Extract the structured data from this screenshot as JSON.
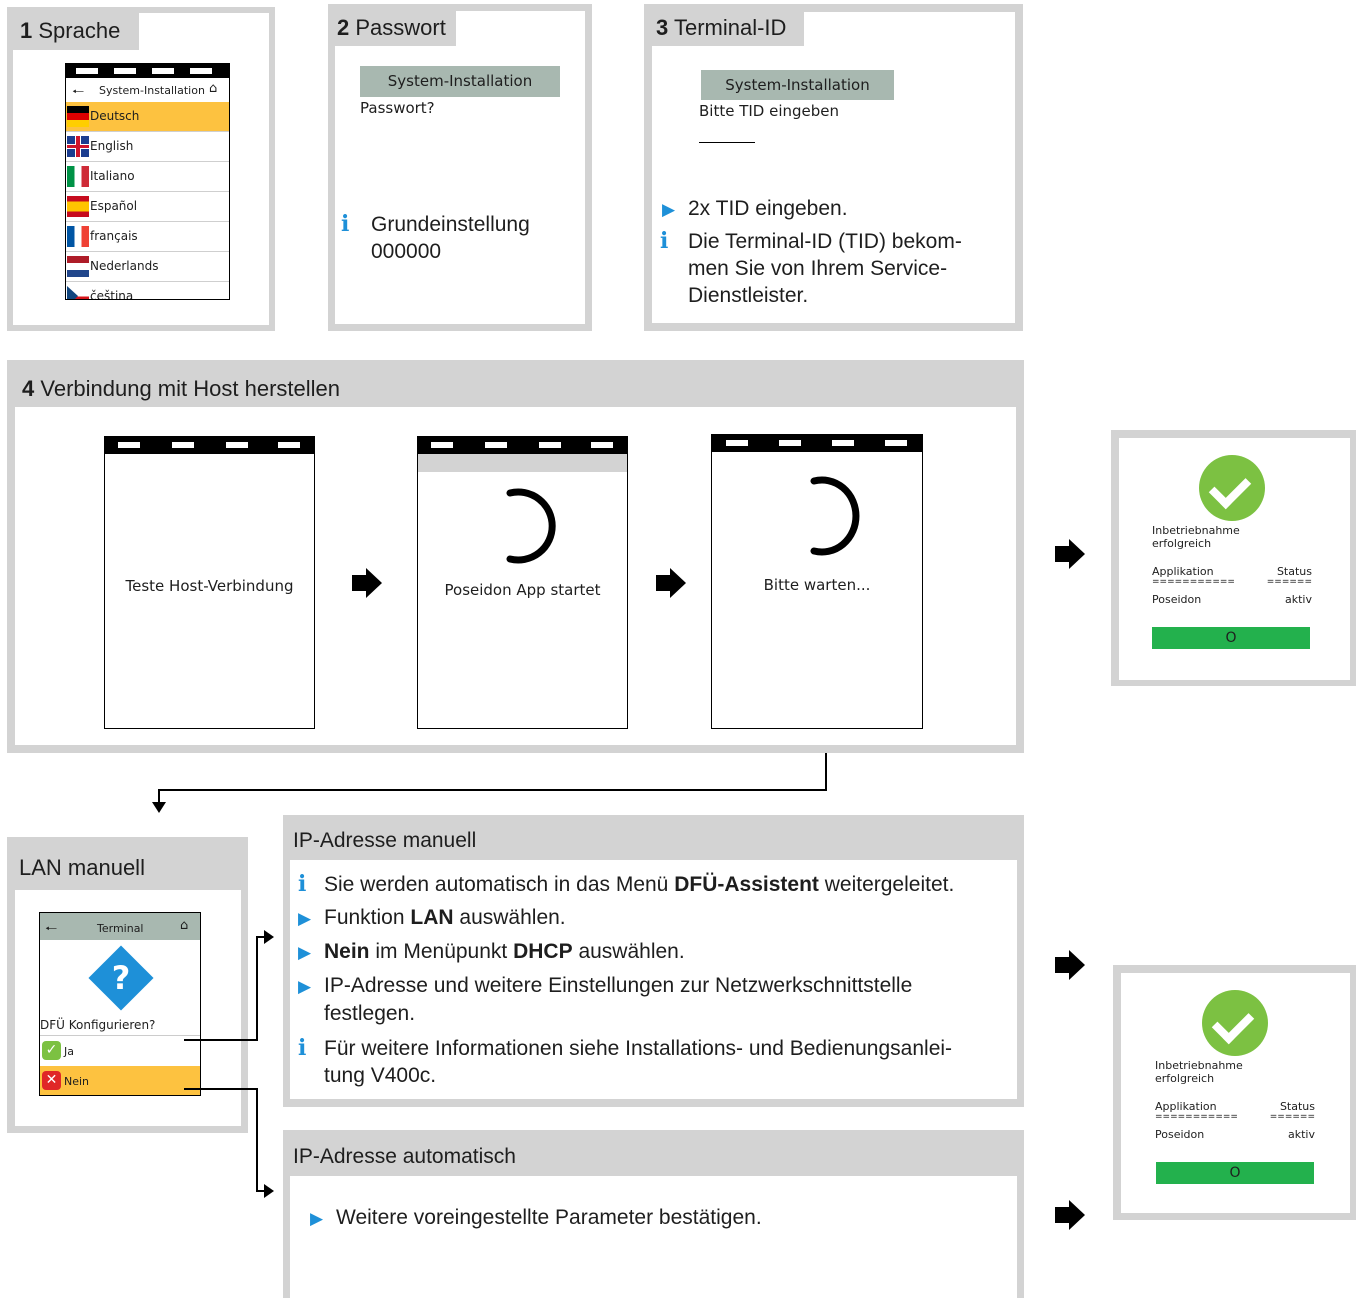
{
  "step1": {
    "num": "1",
    "title": "Sprache",
    "header": "System-Installation",
    "languages": [
      "Deutsch",
      "English",
      "Italiano",
      "Español",
      "français",
      "Nederlands",
      "čeština"
    ]
  },
  "step2": {
    "num": "2",
    "title": "Passwort",
    "screen_header": "System-Installation",
    "prompt": "Passwort?",
    "info_line1": "Grundeinstellung",
    "info_line2": "000000"
  },
  "step3": {
    "num": "3",
    "title": "Terminal-ID",
    "screen_header": "System-Installation",
    "prompt": "Bitte TID eingeben",
    "bullet": "2x TID eingeben.",
    "info_lines": [
      "Die Terminal-ID (TID) bekom-",
      "men Sie von Ihrem Service-",
      "Dienstleister."
    ]
  },
  "step4": {
    "num": "4",
    "title": "Verbindung mit Host herstellen",
    "screen1": "Teste Host-Verbindung",
    "screen2": "Poseidon App startet",
    "screen3": "Bitte warten..."
  },
  "success": {
    "line1": "Inbetriebnahme",
    "line2": "erfolgreich",
    "col1": "Applikation",
    "col2": "Status",
    "sep1": "===========",
    "sep2": "======",
    "app": "Poseidon",
    "status": "aktiv",
    "button": "O"
  },
  "lan": {
    "title": "LAN manuell",
    "header": "Terminal",
    "question": "DFÜ Konfigurieren?",
    "yes": "Ja",
    "no": "Nein",
    "qmark": "?"
  },
  "manual": {
    "title": "IP-Adresse manuell",
    "l1_a": "Sie werden automatisch in das Menü ",
    "l1_b": "DFÜ-Assistent",
    "l1_c": " weitergeleitet.",
    "l2_a": "Funktion ",
    "l2_b": "LAN",
    "l2_c": " auswählen.",
    "l3_a": "Nein",
    "l3_b": " im Menüpunkt ",
    "l3_c": "DHCP",
    "l3_d": " auswählen.",
    "l4_1": "IP-Adresse und weitere Einstellungen zur Netzwerkschnittstelle",
    "l4_2": "festlegen.",
    "l5_1": "Für weitere Informationen siehe Installations- und Bedienungsanlei-",
    "l5_2": "tung V400c."
  },
  "auto": {
    "title": "IP-Adresse automatisch",
    "line": "Weitere voreingestellte Parameter bestätigen."
  },
  "colors": {
    "panel": "#d3d3d3",
    "accent": "#1e90d8",
    "highlight": "#fdc240",
    "green": "#23b14d",
    "screen_header": "#a8b8b0"
  }
}
